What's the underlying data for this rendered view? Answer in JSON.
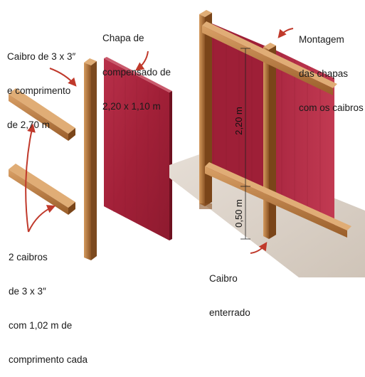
{
  "labels": {
    "caibro_long": [
      "Caibro de 3 x 3″",
      "e comprimento",
      "de 2,70 m"
    ],
    "chapa": [
      "Chapa de",
      "compensado de",
      "2,20 x 1,10 m"
    ],
    "montagem": [
      "Montagem",
      "das chapas",
      "com os caibros"
    ],
    "caibros_short": [
      "2 caibros",
      "de 3 x 3″",
      "com 1,02 m de",
      "comprimento cada"
    ],
    "caibro_enterrado": [
      "Caibro",
      "enterrado"
    ]
  },
  "dimensions": {
    "upper": "2,20 m",
    "lower": "0,50 m"
  },
  "colors": {
    "wood_light": "#c98a4e",
    "wood_mid": "#a5672f",
    "wood_dark": "#6e3f18",
    "panel_front": "#a8243a",
    "panel_edge": "#7a1426",
    "arrow": "#c0392b",
    "ground": "#d9d0c7"
  }
}
